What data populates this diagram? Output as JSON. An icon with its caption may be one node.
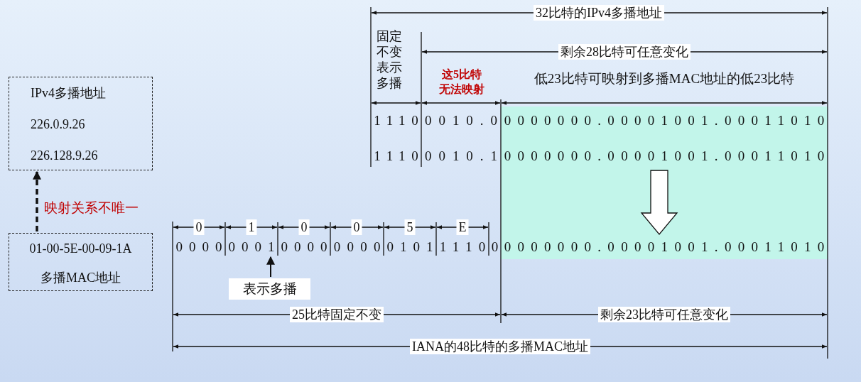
{
  "diagram": {
    "nodes": [
      {
        "text": [
          "IPv4多播地址",
          "226.0.9.26",
          "226.128.9.26"
        ]
      },
      {
        "text": [
          "01-00-5E-00-09-1A",
          "多播MAC地址"
        ]
      },
      {
        "text": [
          "表示多播"
        ]
      },
      {
        "text": [
          "0001"
        ]
      }
    ],
    "edges": [
      {
        "from": 1,
        "to": 0,
        "arrow": "to",
        "style": "dashed",
        "label": "映射关系不唯一"
      },
      {
        "from": 2,
        "to": 3,
        "arrow": "to"
      }
    ],
    "labels": [
      "32比特的IPv4多播地址",
      "固定不变表示多播",
      "剩余28比特可任意变化",
      "这5比特无法映射",
      "低23比特可映射到多播MAC地址的低23比特",
      "1110",
      "0010.0",
      "0000000.00001001.00011010",
      "1110",
      "0010.1",
      "0000000.00001001.00011010",
      "0",
      "1",
      "0",
      "0",
      "5",
      "E",
      "0000",
      "0000",
      "0000",
      "0101",
      "1110",
      "0",
      "0000000.00001001.00011010",
      "25比特固定不变",
      "剩余23比特可任意变化",
      "IANA的48比特的多播MAC地址"
    ]
  }
}
